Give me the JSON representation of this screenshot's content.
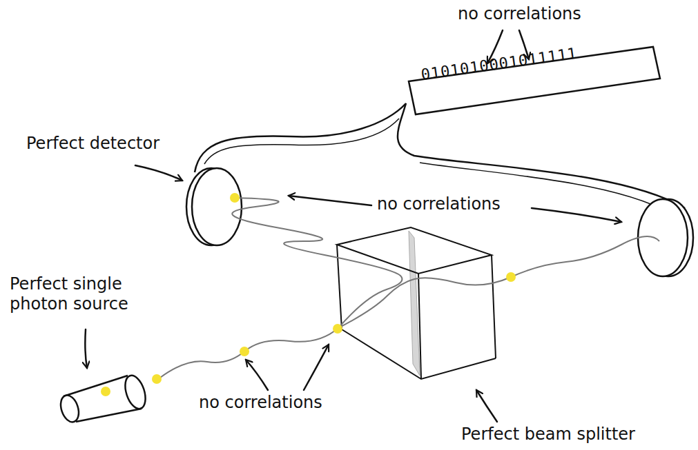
{
  "diagram": {
    "labels": [
      "no correlations",
      "0101010001011111",
      "Perfect detector",
      "no correlations",
      "Perfect single photon source",
      "no correlations",
      "Perfect beam splitter"
    ]
  }
}
